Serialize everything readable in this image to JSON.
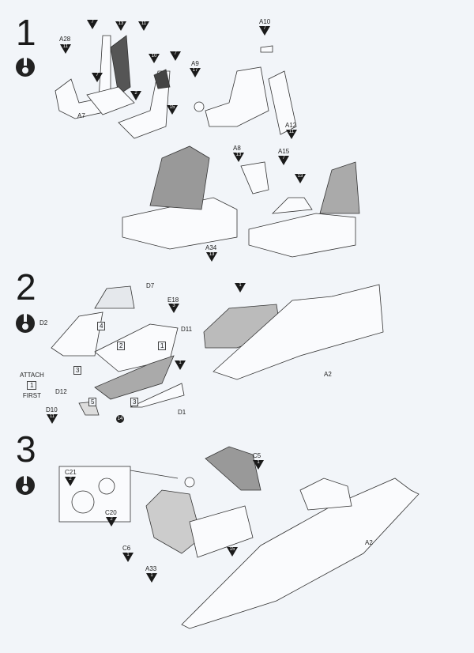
{
  "steps": [
    {
      "number": "1",
      "labels": [
        "A28",
        "A7",
        "A9",
        "A10",
        "A12",
        "A8",
        "A15",
        "A34"
      ],
      "color_codes": [
        "7",
        "13",
        "11",
        "10",
        "7",
        "7",
        "2",
        "15",
        "11",
        "7",
        "17",
        "11",
        "13",
        "7",
        "13",
        "13"
      ]
    },
    {
      "number": "2",
      "labels": [
        "D7",
        "E18",
        "D2",
        "D11",
        "D12",
        "D10",
        "D1",
        "A2"
      ],
      "color_codes": [
        "3",
        "1",
        "11",
        "1",
        "14"
      ],
      "order_boxes": [
        "4",
        "2",
        "1",
        "3",
        "5",
        "3"
      ],
      "attach_note": {
        "top": "ATTACH",
        "num": "1",
        "bottom": "FIRST"
      }
    },
    {
      "number": "3",
      "labels": [
        "C21",
        "C20",
        "C5",
        "C6",
        "A33",
        "A2"
      ],
      "color_codes": [
        "2",
        "2",
        "1",
        "1",
        "1",
        "15"
      ]
    }
  ]
}
